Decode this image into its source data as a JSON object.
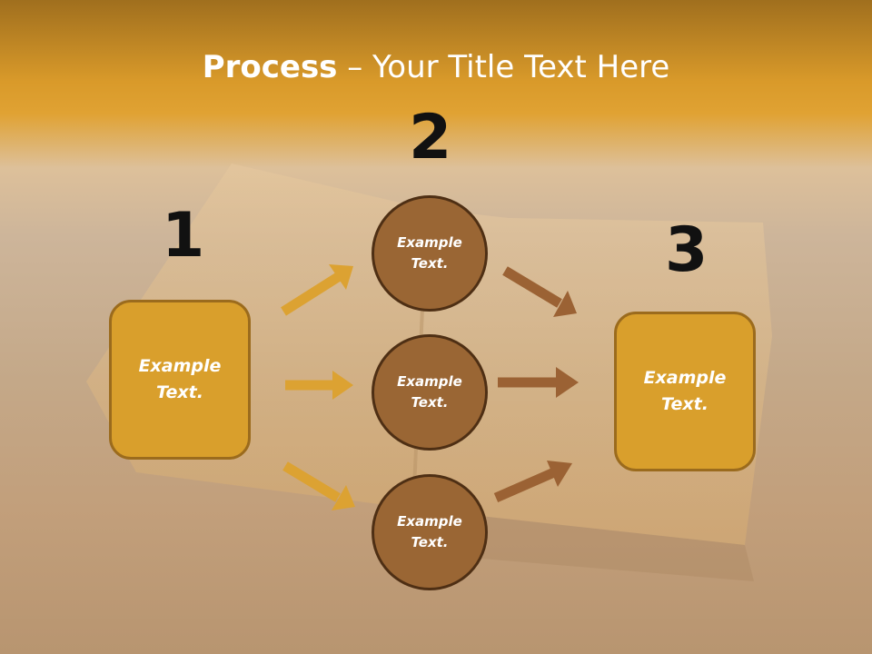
{
  "title": {
    "bold": "Process",
    "rest": " – Your Title Text Here"
  },
  "steps": [
    {
      "number": "1",
      "label": "Example Text."
    },
    {
      "number": "2",
      "label": "Example Text."
    },
    {
      "number": "3",
      "label": "Example Text."
    }
  ],
  "circles": [
    {
      "label": "Example Text."
    },
    {
      "label": "Example Text."
    },
    {
      "label": "Example Text."
    }
  ],
  "colors": {
    "header": "#d99a2a",
    "box_fill": "#d99f2c",
    "box_border": "#9b6b1d",
    "circle_fill": "#9a6634",
    "circle_border": "#4e2f14",
    "arrow_left": "#dca232",
    "arrow_right": "#9b6234"
  }
}
